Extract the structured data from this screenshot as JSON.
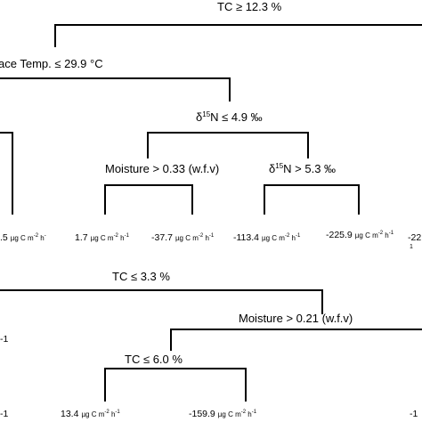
{
  "nodes": {
    "root": "TC ≥ 12.3 %",
    "surface_temp": "ace Temp. ≤ 29.9 °C",
    "d15n_49": {
      "pre": "δ",
      "sup": "15",
      "post": "N ≤ 4.9 ‰"
    },
    "moisture_033": "Moisture > 0.33 (w.f.v)",
    "d15n_53": {
      "pre": "δ",
      "sup": "15",
      "post": "N > 5.3 ‰"
    },
    "tc_33": "TC ≤ 3.3 %",
    "moisture_021": "Moisture > 0.21 (w.f.v)",
    "tc_60": "TC ≤ 6.0 %"
  },
  "leaves": {
    "leaf_cut_left": {
      "value": ".5",
      "unit": "µg C m",
      "exp1": "-2",
      "mid": " h",
      "exp2": "-"
    },
    "leaf_1": {
      "value": "1.7",
      "unit": "µg C m",
      "exp1": "-2",
      "mid": " h",
      "exp2": "-1"
    },
    "leaf_2": {
      "value": "-37.7",
      "unit": "µg C m",
      "exp1": "-2",
      "mid": " h",
      "exp2": "-1"
    },
    "leaf_3": {
      "value": "-113.4",
      "unit": "µg C m",
      "exp1": "-2",
      "mid": " h",
      "exp2": "-1"
    },
    "leaf_4": {
      "value": "-225.9",
      "unit": "µg C m",
      "exp1": "-2",
      "mid": " h",
      "exp2": "-1"
    },
    "leaf_cut_right": {
      "value": "-22",
      "unit": "",
      "exp1": "",
      "mid": "",
      "exp2": ""
    },
    "leaf_cut_right_sub": "1",
    "leaf_bottom_cut": "-1",
    "leaf_5": {
      "value": "13.4",
      "unit": "µg C m",
      "exp1": "-2",
      "mid": " h",
      "exp2": "-1"
    },
    "leaf_6": {
      "value": "-159.9",
      "unit": "µg C m",
      "exp1": "-2",
      "mid": " h",
      "exp2": "-1"
    },
    "leaf_bottom_right_cut": "-1",
    "leaf_bottom_left_cut": "-1"
  }
}
